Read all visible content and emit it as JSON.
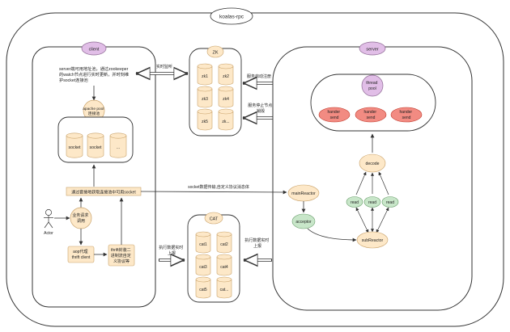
{
  "title": "koalas-rpc",
  "client": {
    "label": "client",
    "info_lines": [
      "server端可用地址池，通过zookeeper",
      "的watch节点进行实时更新，并时刻维",
      "护socket连接池"
    ],
    "pool_title_lines": [
      "apache pool",
      "连接池"
    ],
    "pool_items": [
      "socket",
      "socket",
      "..."
    ],
    "socket_bar": "通过套接地获取连接池中可用socket",
    "biz_lines": [
      "业务请求",
      "调用"
    ],
    "actor": "Actor",
    "proxy_lines": [
      "aop代理",
      "thrift client"
    ],
    "thrift_lines": [
      "thrift封装二",
      "进制流自定",
      "义协议等"
    ]
  },
  "zk": {
    "label": "ZK",
    "nodes": [
      "zk1",
      "zk2",
      "zk3",
      "zk4",
      "zk5",
      "zk..."
    ]
  },
  "cat": {
    "label": "CAT",
    "nodes": [
      "cat1",
      "cat2",
      "cat3",
      "cat4",
      "cat5",
      "cat..."
    ]
  },
  "server": {
    "label": "server",
    "thread_pool_lines": [
      "thread",
      "pool"
    ],
    "handlers": [
      [
        "hander",
        "send"
      ],
      [
        "hander",
        "send"
      ],
      [
        "hander",
        "send"
      ]
    ],
    "decode": "decode",
    "reads": [
      "read",
      "read",
      "read"
    ],
    "main_reactor": "mainReactor",
    "acceptor": "acceptor",
    "sub_reactor": "subReactor"
  },
  "edges": {
    "realtime_watch": "实时监听",
    "server_register": "服务启动注册",
    "server_stop_lines": [
      "服务停止节点",
      "销毁"
    ],
    "socket_transfer": "socket数据传输,自定义协议消息体",
    "client_report_lines": [
      "执行数据实时",
      "上报"
    ],
    "server_report_lines": [
      "执行数据实时",
      "上报"
    ]
  }
}
